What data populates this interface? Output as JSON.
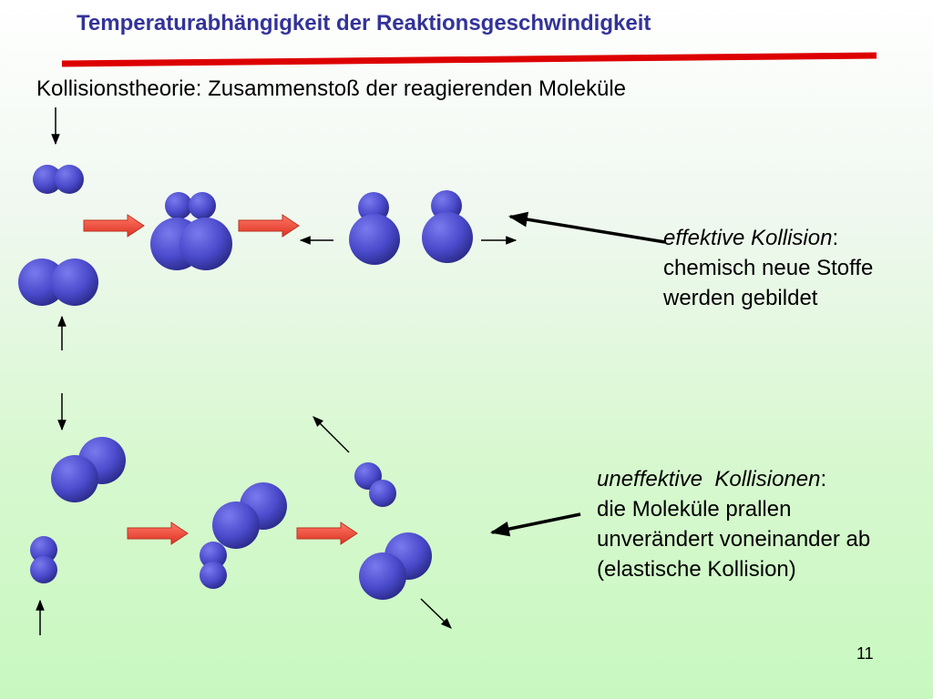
{
  "slide": {
    "title": "Temperaturabhängigkeit der Reaktionsgeschwindigkeit",
    "subtitle": "Kollisionstheorie: Zusammenstoß der reagierenden Moleküle",
    "page_number": "11"
  },
  "effective": {
    "term": "effektive Kollision",
    "colon": ":",
    "line2": "chemisch neue Stoffe",
    "line3": "werden gebildet"
  },
  "ineffective": {
    "term": "uneffektive  Kollisionen",
    "colon": ":",
    "line2": "die Moleküle prallen",
    "line3": "unverändert voneinander ab",
    "line4": "(elastische Kollision)"
  },
  "colors": {
    "title": "#333399",
    "rule": "#dd0000",
    "molecule_light": "#7a7aee",
    "molecule_dark": "#2a2a88",
    "reaction_arrow": "#ee5544"
  }
}
